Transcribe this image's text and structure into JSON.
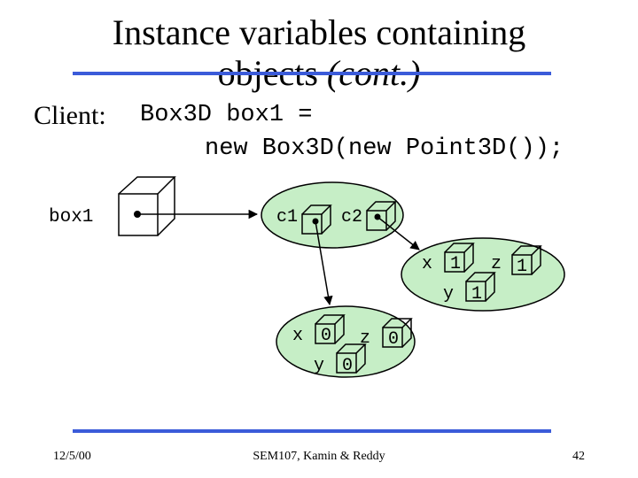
{
  "title": {
    "line1": "Instance variables containing",
    "line2_main": "objects ",
    "line2_italic": "(cont.)"
  },
  "client_label": "Client:",
  "code": {
    "line1": "Box3D box1 =",
    "line2": "new Box3D(new Point3D());"
  },
  "diagram": {
    "var_label": "box1",
    "box_obj": {
      "field1": "c1",
      "field2": "c2"
    },
    "point_c2": {
      "x_label": "x",
      "x_val": "1",
      "y_label": "y",
      "y_val": "1",
      "z_label": "z",
      "z_val": "1"
    },
    "point_c1": {
      "x_label": "x",
      "x_val": "0",
      "y_label": "y",
      "y_val": "0",
      "z_label": "z",
      "z_val": "0"
    },
    "colors": {
      "object_fill": "#c6eec6",
      "rule": "#3b5bd9"
    }
  },
  "footer": {
    "date": "12/5/00",
    "center": "SEM107, Kamin & Reddy",
    "page": "42"
  }
}
